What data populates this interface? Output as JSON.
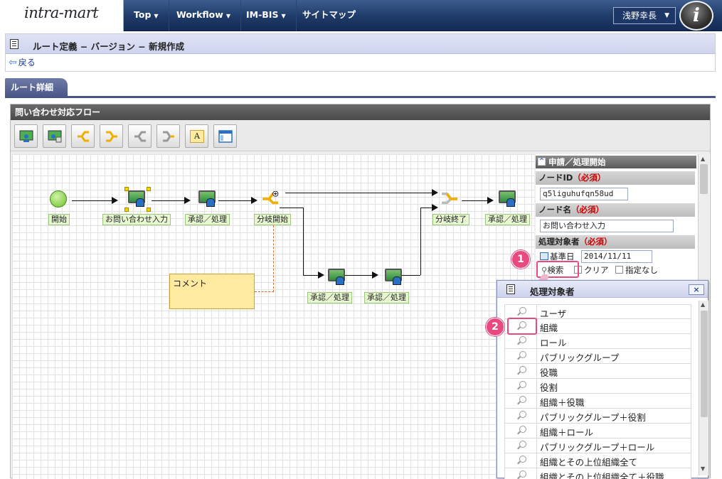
{
  "header": {
    "logo": "intra-mart",
    "nav": [
      {
        "label": "Top"
      },
      {
        "label": "Workflow"
      },
      {
        "label": "IM-BIS"
      },
      {
        "label": "サイトマップ"
      }
    ],
    "user": "浅野幸長",
    "avatar_letter": "i"
  },
  "page": {
    "title": "ルート定義 − バージョン − 新規作成",
    "back": "戻る",
    "tab": "ルート詳細"
  },
  "panel": {
    "title": "問い合わせ対応フロー",
    "toolbar_text_tool": "A"
  },
  "flow": {
    "nodes": [
      "開始",
      "お問い合わせ入力",
      "承認／処理",
      "分岐開始",
      "分岐終了",
      "承認／処理",
      "承認／処理",
      "承認／処理"
    ],
    "comment": "コメント"
  },
  "properties": {
    "section": "申請／処理開始",
    "node_id_label": "ノードID",
    "node_id": "q5liguhufqn58ud",
    "node_name_label": "ノード名",
    "node_name": "お問い合わせ入力",
    "target_label": "処理対象者",
    "required": "（必須）",
    "base_date_label": "基準日",
    "base_date": "2014/11/11",
    "search": "検索",
    "clear": "クリア",
    "none": "指定なし"
  },
  "popup": {
    "title": "処理対象者",
    "close": "×",
    "items": [
      "ユーザ",
      "組織",
      "ロール",
      "パブリックグループ",
      "役職",
      "役割",
      "組織＋役職",
      "パブリックグループ＋役割",
      "組織＋ロール",
      "パブリックグループ＋ロール",
      "組織とその上位組織全て",
      "組織とその上位組織全て＋役職"
    ]
  },
  "callouts": [
    "1",
    "2"
  ],
  "colors": {
    "header": "#1e3a68",
    "accent": "#e8497f",
    "label_bg": "#e8f7d2"
  }
}
